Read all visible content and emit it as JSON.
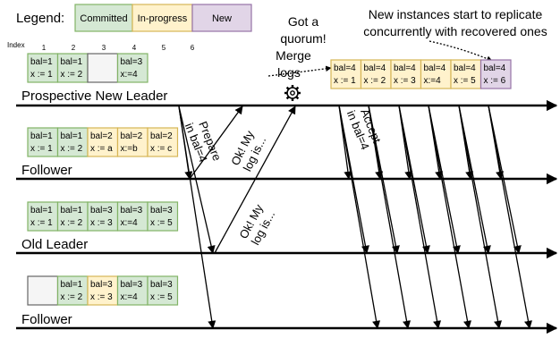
{
  "legend": {
    "title": "Legend:",
    "items": [
      {
        "label": "Committed",
        "fill": "#d5e8d4",
        "stroke": "#82b366"
      },
      {
        "label": "In-progress",
        "fill": "#fff2cc",
        "stroke": "#d6b656"
      },
      {
        "label": "New",
        "fill": "#e1d5e7",
        "stroke": "#9673a6"
      }
    ]
  },
  "index_label": "Index",
  "index_numbers": [
    "1",
    "2",
    "3",
    "4",
    "5",
    "6"
  ],
  "notes": {
    "quorum": [
      "Got a",
      "quorum!",
      "Merge",
      "logs"
    ],
    "replicate": [
      "New instances start to replicate",
      "concurrently with recovered ones"
    ]
  },
  "lanes": [
    {
      "name": "Prospective New Leader",
      "cells": [
        {
          "status": "committed",
          "bal": "bal=1",
          "val": "x := 1"
        },
        {
          "status": "committed",
          "bal": "bal=1",
          "val": "x := 2"
        },
        {
          "status": "empty",
          "bal": "",
          "val": ""
        },
        {
          "status": "committed",
          "bal": "bal=3",
          "val": "x:=4"
        }
      ]
    },
    {
      "name": "Follower",
      "cells": [
        {
          "status": "committed",
          "bal": "bal=1",
          "val": "x := 1"
        },
        {
          "status": "committed",
          "bal": "bal=1",
          "val": "x := 2"
        },
        {
          "status": "in-progress",
          "bal": "bal=2",
          "val": "x := a"
        },
        {
          "status": "in-progress",
          "bal": "bal=2",
          "val": "x:=b"
        },
        {
          "status": "in-progress",
          "bal": "bal=2",
          "val": "x := c"
        }
      ]
    },
    {
      "name": "Old Leader",
      "cells": [
        {
          "status": "committed",
          "bal": "bal=1",
          "val": "x := 1"
        },
        {
          "status": "committed",
          "bal": "bal=1",
          "val": "x := 2"
        },
        {
          "status": "committed",
          "bal": "bal=3",
          "val": "x := 3"
        },
        {
          "status": "committed",
          "bal": "bal=3",
          "val": "x:=4"
        },
        {
          "status": "committed",
          "bal": "bal=3",
          "val": "x := 5"
        }
      ]
    },
    {
      "name": "Follower",
      "cells": [
        {
          "status": "empty",
          "bal": "",
          "val": ""
        },
        {
          "status": "committed",
          "bal": "bal=1",
          "val": "x := 2"
        },
        {
          "status": "in-progress",
          "bal": "bal=3",
          "val": "x := 3"
        },
        {
          "status": "committed",
          "bal": "bal=3",
          "val": "x:=4"
        },
        {
          "status": "committed",
          "bal": "bal=3",
          "val": "x := 5"
        }
      ]
    }
  ],
  "merged_log": [
    {
      "status": "in-progress",
      "bal": "bal=4",
      "val": "x := 1"
    },
    {
      "status": "in-progress",
      "bal": "bal=4",
      "val": "x := 2"
    },
    {
      "status": "in-progress",
      "bal": "bal=4",
      "val": "x := 3"
    },
    {
      "status": "in-progress",
      "bal": "bal=4",
      "val": "x:=4"
    },
    {
      "status": "in-progress",
      "bal": "bal=4",
      "val": "x := 5"
    },
    {
      "status": "new",
      "bal": "bal=4",
      "val": "x := 6"
    }
  ],
  "messages": {
    "prepare": [
      "Prepare",
      "in bal=4"
    ],
    "promise_follower": [
      "Ok! My",
      "log is..."
    ],
    "promise_old_leader": [
      "Ok! My",
      "log is..."
    ],
    "accept": [
      "Accept",
      "in bal=4"
    ]
  },
  "icons": {
    "merge": "gear-icon"
  }
}
